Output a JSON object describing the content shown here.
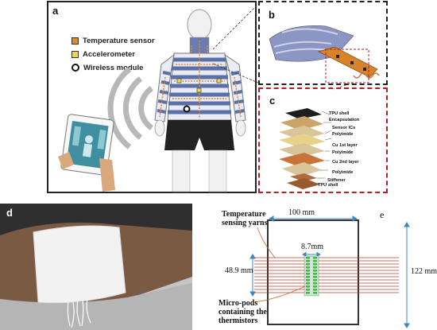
{
  "panels": {
    "a": "a",
    "b": "b",
    "c": "c",
    "d": "d",
    "e": "e"
  },
  "legend": {
    "items": [
      {
        "label": "Temperature sensor",
        "icon": "temperature-sensor-icon",
        "color": "#e08a2a"
      },
      {
        "label": "Accelerometer",
        "icon": "accelerometer-icon",
        "color": "#f0d64a"
      },
      {
        "label": "Wireless module",
        "icon": "wireless-module-icon",
        "color": "#111111"
      }
    ]
  },
  "layers": {
    "tpu_shell_top": "TPU shell",
    "encapsulation": "Encapsulation",
    "sensor_ics": "Sensor ICs",
    "polyimide_1": "Polyimide",
    "cu_1st": "Cu 1st layer",
    "polyimide_2": "Polyimide",
    "cu_2nd": "Cu 2nd layer",
    "polyimide_3": "Polyimide",
    "stiffener": "Stiffener",
    "tpu_shell_bottom": "TPU shell"
  },
  "schematic": {
    "temperature_sensing_yarns_line1": "Temperature",
    "temperature_sensing_yarns_line2": "sensing yarns",
    "width": "100 mm",
    "height": "48.9 mm",
    "pod_width": "8.7mm",
    "total_length": "122 mm",
    "micro_pods_line1": "Micro-pods",
    "micro_pods_line2": "containing the",
    "micro_pods_line3": "thermistors"
  },
  "colors": {
    "dashed_box_black": "#222222",
    "dashed_box_red": "#b22222",
    "stripe_blue": "#5b6fa8",
    "copper": "#c8733a",
    "yarn_red": "#c0392b",
    "dimension_blue": "#3a86c8",
    "pod_green": "#4caf50"
  }
}
